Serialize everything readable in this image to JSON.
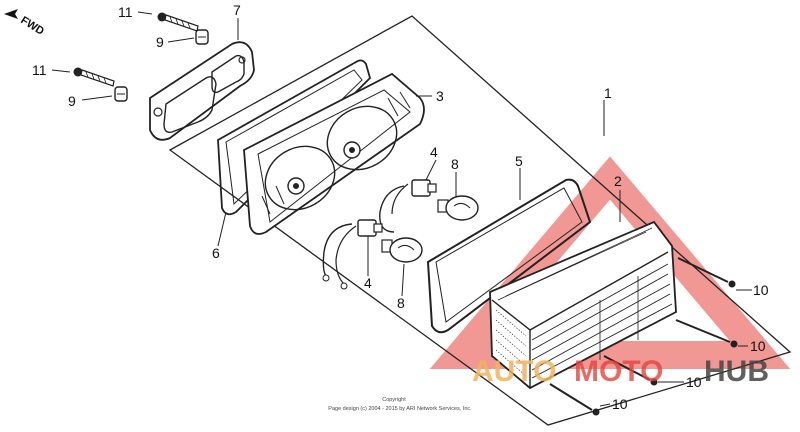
{
  "fwd_label": "FWD",
  "callouts": {
    "c1": "1",
    "c2": "2",
    "c3": "3",
    "c4a": "4",
    "c4b": "4",
    "c5": "5",
    "c6": "6",
    "c7": "7",
    "c8a": "8",
    "c8b": "8",
    "c9a": "9",
    "c9b": "9",
    "c10a": "10",
    "c10b": "10",
    "c10c": "10",
    "c10d": "10",
    "c11a": "11",
    "c11b": "11"
  },
  "copyright": {
    "line1": "Copyright",
    "line2": "Page design (c) 2004 - 2015 by ARI Network Services, Inc."
  },
  "watermark": {
    "part1": "AUTO",
    "part2": "MOTO",
    "part3": "HUB",
    "colors": {
      "orange": "#f2b35a",
      "red": "#e5443c",
      "gray": "#444444"
    }
  }
}
